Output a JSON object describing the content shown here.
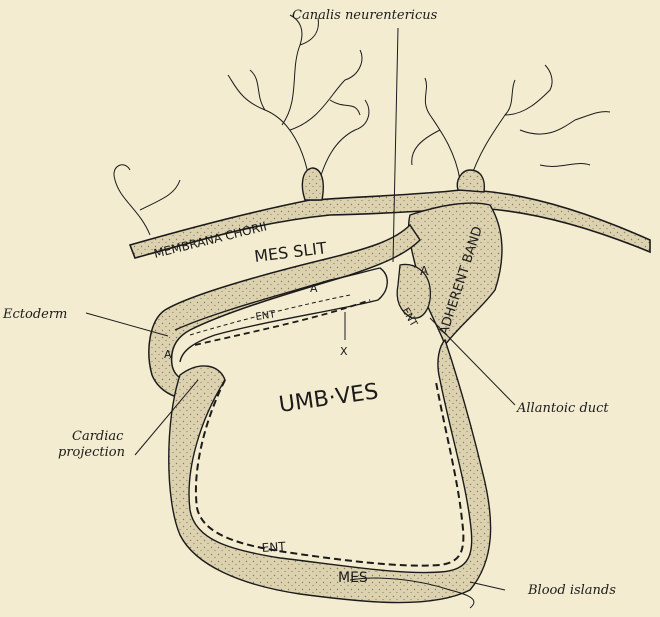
{
  "external_labels": {
    "canalis": "Canalis neurentericus",
    "ectoderm": "Ectoderm",
    "cardiac_line1": "Cardiac",
    "cardiac_line2": "projection",
    "allantoic": "Allantoic duct",
    "blood": "Blood islands"
  },
  "internal_labels": {
    "membrana": "MEMBRANA CHORII",
    "mes_slit": "MES SLIT",
    "adherent": "ADHERENT BAND",
    "umb_ves": "UMB·VES",
    "a_upper": "A",
    "a_right": "A",
    "a_left": "A",
    "ent_upper": "ENT",
    "ent_right": "ENT",
    "ent_bottom": "ENT",
    "x": "X",
    "mes_bottom": "MES"
  },
  "colors": {
    "background": "#f3ecd0",
    "stroke": "#1b1b1b",
    "tissue": "#ddd2b0"
  }
}
